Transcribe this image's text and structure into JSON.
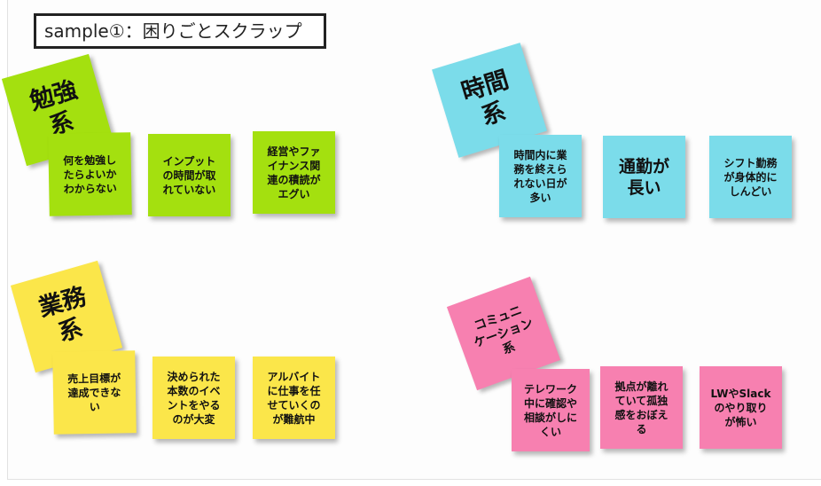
{
  "title": "sample①：困りごとスクラップ",
  "groups": {
    "study": {
      "category": "勉強\n系",
      "notes": [
        "何を勉強し\nたらよいか\nわからない",
        "インプット\nの時間が取\nれていない",
        "経営やファ\nイナンス関\n連の積読が\nエグい"
      ]
    },
    "time": {
      "category": "時間\n系",
      "notes": [
        "時間内に業\n務を終えら\nれない日が\n多い",
        "通勤が\n長い",
        "シフト勤務\nが身体的に\nしんどい"
      ]
    },
    "work": {
      "category": "業務\n系",
      "notes": [
        "売上目標が\n達成できな\nい",
        "決められた\n本数のイベ\nントをやる\nのが大変",
        "アルバイト\nに仕事を任\nせていくの\nが難航中"
      ]
    },
    "comm": {
      "category": "コミュニ\nケーション\n系",
      "notes": [
        "テレワーク\n中に確認や\n相談がしに\nくい",
        "拠点が離れ\nていて孤独\n感をおぼえ\nる",
        "LWやSlack\nのやり取り\nが怖い"
      ]
    }
  },
  "colors": {
    "study": "#a4e00f",
    "time": "#7bdcea",
    "work": "#fbe64a",
    "comm": "#f780b0"
  }
}
